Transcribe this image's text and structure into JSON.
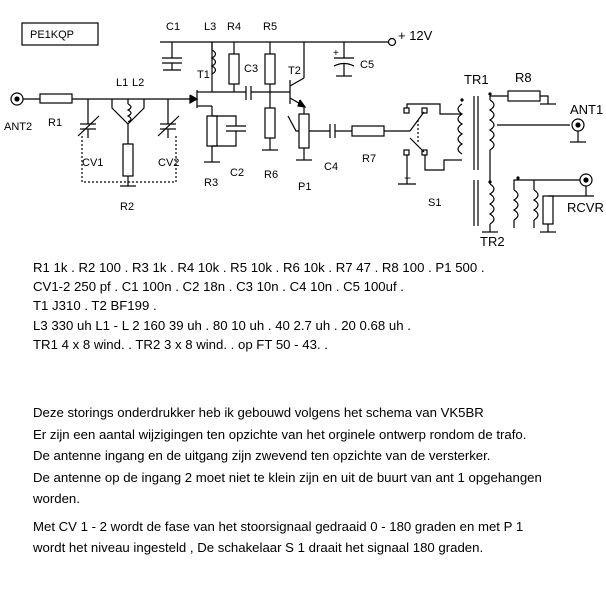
{
  "schematic": {
    "callsign": "PE1KQP",
    "supply": "+ 12V",
    "labels": {
      "ant2": "ANT2",
      "ant1": "ANT1",
      "rcvr": "RCVR",
      "r1": "R1",
      "r2": "R2",
      "r3": "R3",
      "r4": "R4",
      "r5": "R5",
      "r6": "R6",
      "r7": "R7",
      "r8": "R8",
      "c1": "C1",
      "c2": "C2",
      "c3": "C3",
      "c4": "C4",
      "c5": "C5",
      "cv1": "CV1",
      "cv2": "CV2",
      "l1": "L1",
      "l2": "L2",
      "l3": "L3",
      "t1": "T1",
      "t2": "T2",
      "p1": "P1",
      "s1": "S1",
      "tr1": "TR1",
      "tr2": "TR2"
    }
  },
  "parts_list": [
    "R1  1k . R2 100 . R3 1k . R4 10k . R5 10k . R6 10k . R7 47 . R8 100 . P1 500 .",
    "CV1-2  250 pf . C1 100n . C2 18n . C3 10n . C4 10n . C5 100uf .",
    "T1  J310 . T2  BF199 .",
    "L3 330 uh      L1 - L 2  160 39 uh . 80  10 uh . 40 2.7 uh . 20 0.68 uh .",
    "TR1  4 x 8 wind. . TR2  3 x 8 wind. .  op FT 50 - 43. ."
  ],
  "description": [
    "Deze storings onderdrukker heb ik gebouwd volgens het schema van VK5BR",
    "Er zijn een aantal wijzigingen ten opzichte van het orginele ontwerp rondom de trafo.",
    "De antenne ingang en de uitgang zijn zwevend ten opzichte van de versterker.",
    "De antenne op de ingang 2 moet niet te klein zijn en uit de buurt van ant 1 opgehangen",
    "worden.",
    "Met CV 1 - 2 wordt de fase van het stoorsignaal gedraaid 0 - 180 graden en met P 1",
    "wordt  het niveau  ingesteld , De schakelaar S 1 draait  het signaal 180 graden."
  ]
}
